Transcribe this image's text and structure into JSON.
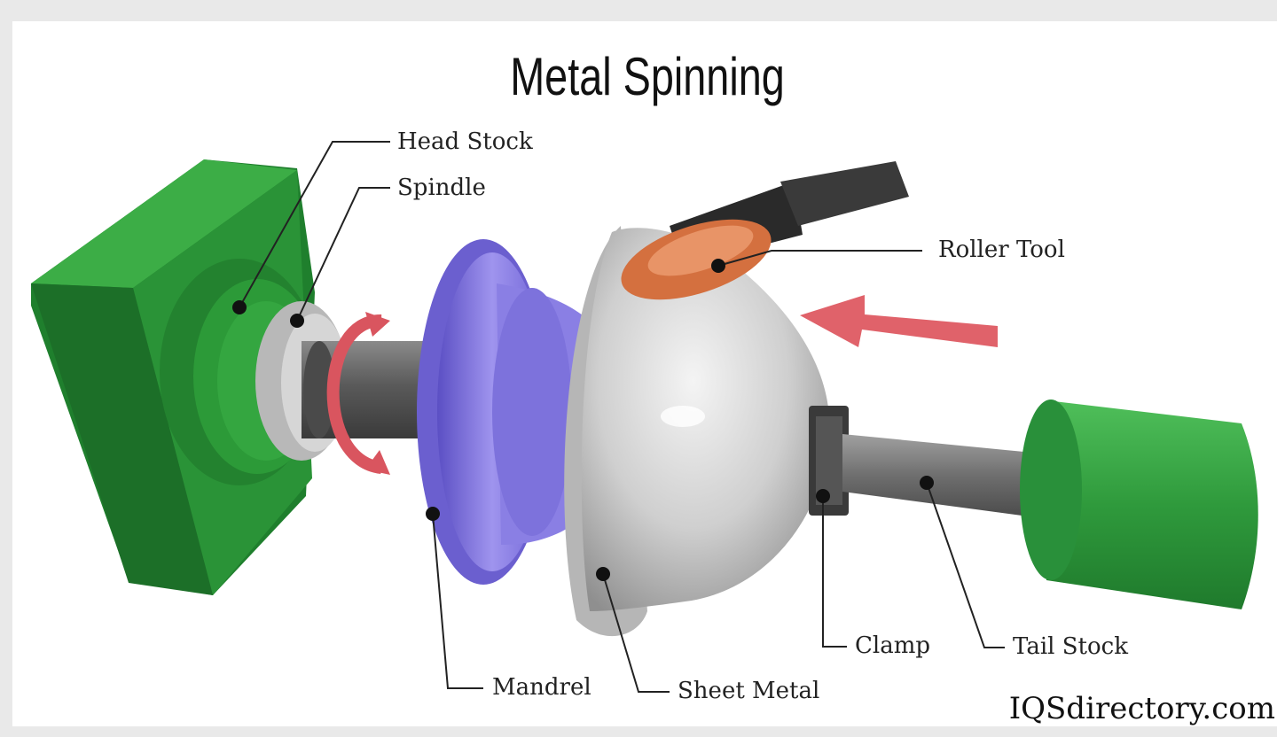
{
  "diagram": {
    "title": "Metal Spinning",
    "labels": {
      "head_stock": "Head Stock",
      "spindle": "Spindle",
      "roller_tool": "Roller Tool",
      "mandrel": "Mandrel",
      "sheet_metal": "Sheet Metal",
      "clamp": "Clamp",
      "tail_stock": "Tail Stock"
    },
    "watermark": "IQSdirectory.com"
  },
  "colors": {
    "headstock_green": "#2f9a3c",
    "mandrel_purple": "#7e72d8",
    "sheet_metal_gray": "#c9c9c9",
    "roller_orange": "#d4703f",
    "arrow_red": "#e0626a",
    "shaft_gray": "#666666"
  }
}
